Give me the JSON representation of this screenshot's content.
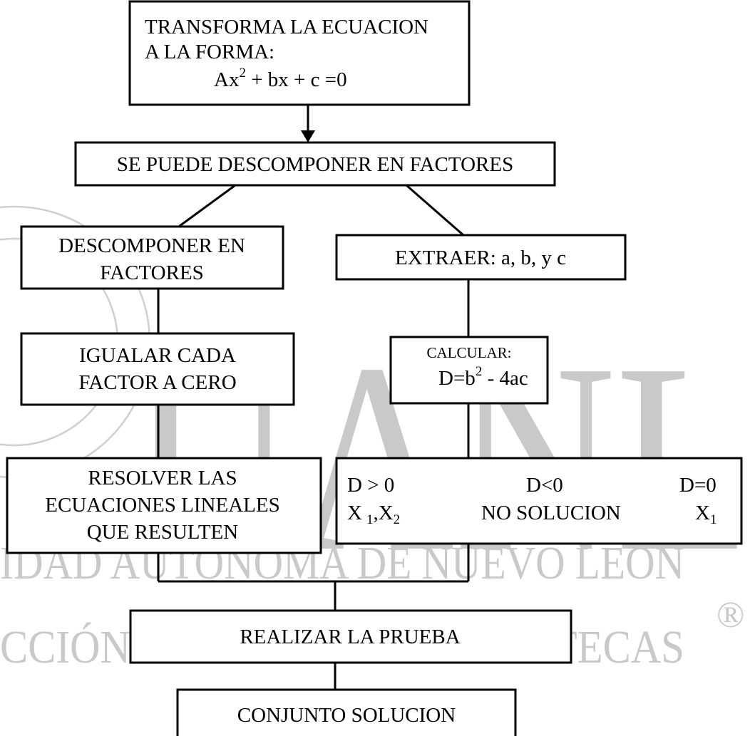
{
  "watermark": {
    "big": "UANL",
    "line1": "IDAD AUTÓNOMA DE NUEVO LEÓN",
    "line2": "CCIÓN GENERAL DE BIBLIOTECAS",
    "registered": "®"
  },
  "nodes": {
    "transform": {
      "line1": "TRANSFORMA LA ECUACION",
      "line2": "A LA FORMA:",
      "eq_a": "Ax",
      "eq_exp": "2",
      "eq_rest": " + bx + c =0"
    },
    "factor_q": {
      "text": "SE PUEDE DESCOMPONER EN FACTORES"
    },
    "descompose": {
      "line1": "DESCOMPONER EN",
      "line2": "FACTORES"
    },
    "extract": {
      "text": "EXTRAER: a, b, y c"
    },
    "equate": {
      "line1": "IGUALAR CADA",
      "line2": "FACTOR A CERO"
    },
    "calc": {
      "line1": "CALCULAR:",
      "eq_a": "D=b",
      "eq_exp": "2",
      "eq_rest": " - 4ac"
    },
    "solve": {
      "line1": "RESOLVER LAS",
      "line2": "ECUACIONES LINEALES",
      "line3": "QUE RESULTEN"
    },
    "cases": {
      "pos_cond": "D > 0",
      "pos_x1": "X",
      "pos_sub1": "1",
      "pos_mid": ",X",
      "pos_sub2": "2",
      "neg_cond": "D<0",
      "neg_result": "NO SOLUCION",
      "zero_cond": "D=0",
      "zero_x": "X",
      "zero_sub": "1"
    },
    "test": {
      "text": "REALIZAR LA PRUEBA"
    },
    "solution": {
      "text": "CONJUNTO SOLUCION"
    }
  }
}
